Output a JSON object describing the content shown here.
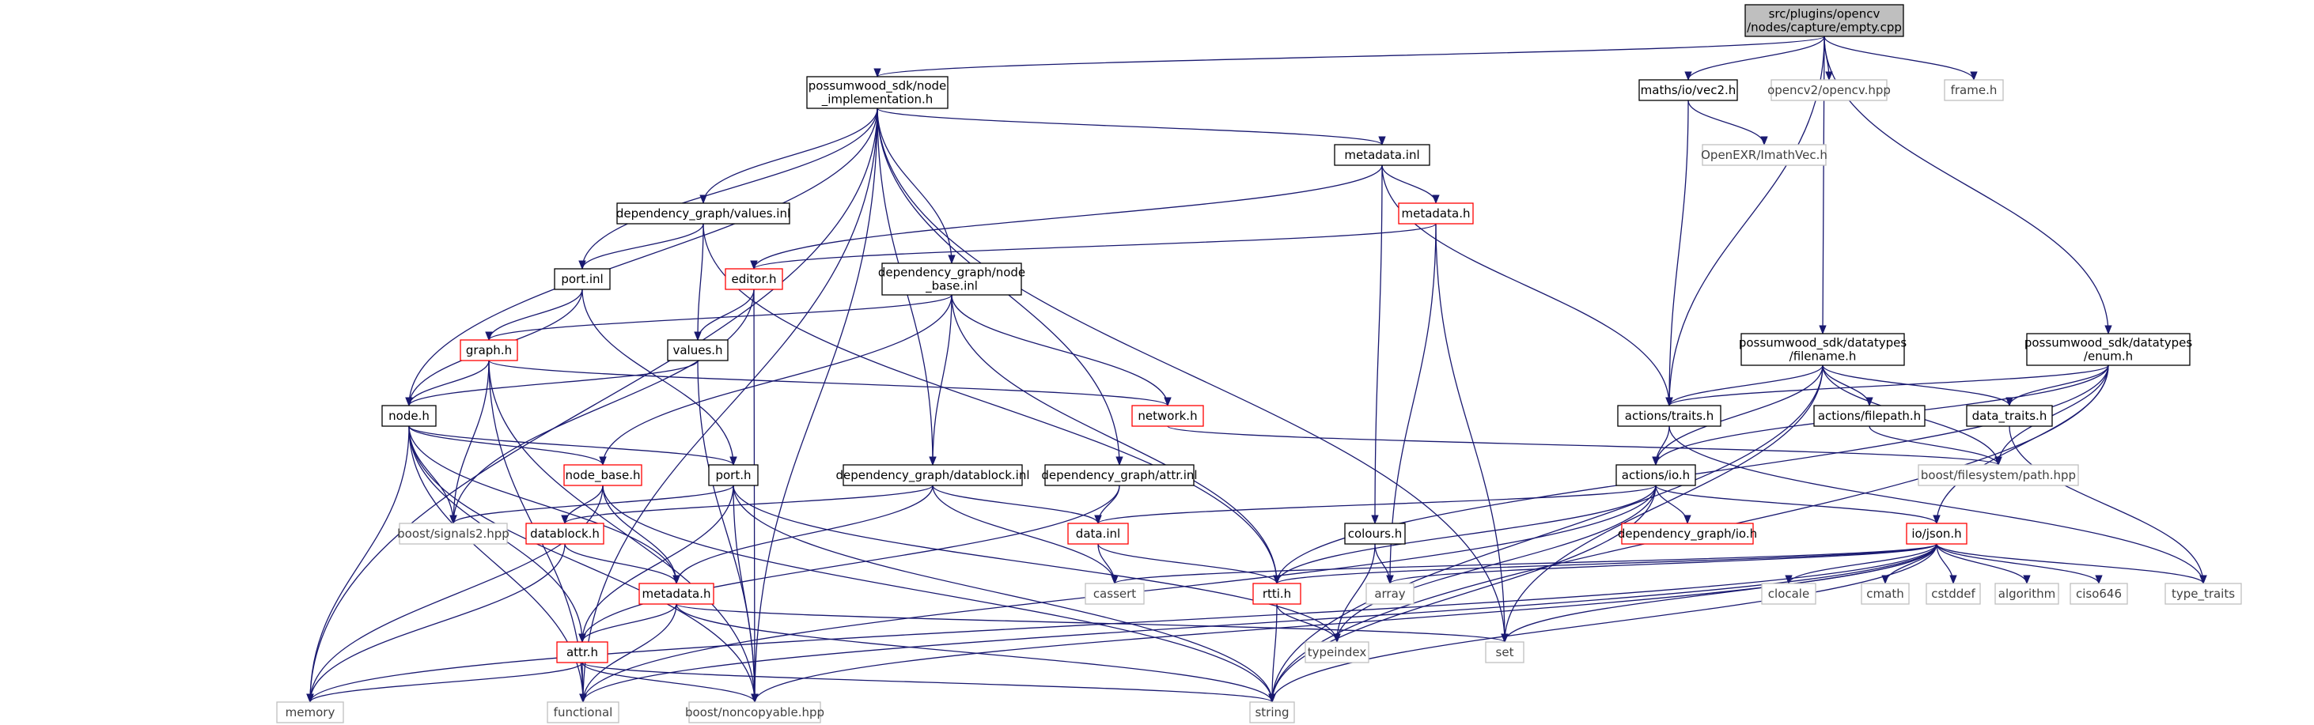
{
  "colors": {
    "edge": "#191970",
    "normal_border": "#000000",
    "normal_text": "#000000",
    "missing_border": "#bfbfbf",
    "missing_text": "#404040",
    "incomplete_border": "#ff0000",
    "root_fill": "#bfbfbf",
    "node_fill": "#ffffff"
  },
  "nodes": [
    {
      "id": "root",
      "lines": [
        "src/plugins/opencv",
        "/nodes/capture/empty.cpp"
      ],
      "kind": "root"
    },
    {
      "id": "nodeimpl",
      "lines": [
        "possumwood_sdk/node",
        "_implementation.h"
      ],
      "kind": "normal"
    },
    {
      "id": "vec2",
      "lines": [
        "maths/io/vec2.h"
      ],
      "kind": "normal"
    },
    {
      "id": "opencv",
      "lines": [
        "opencv2/opencv.hpp"
      ],
      "kind": "missing"
    },
    {
      "id": "frame",
      "lines": [
        "frame.h"
      ],
      "kind": "missing"
    },
    {
      "id": "imathvec",
      "lines": [
        "OpenEXR/ImathVec.h"
      ],
      "kind": "missing"
    },
    {
      "id": "metadatainl",
      "lines": [
        "metadata.inl"
      ],
      "kind": "normal"
    },
    {
      "id": "metadatah1",
      "lines": [
        "metadata.h"
      ],
      "kind": "incomplete"
    },
    {
      "id": "valuesinl",
      "lines": [
        "dependency_graph/values.inl"
      ],
      "kind": "normal"
    },
    {
      "id": "portinl",
      "lines": [
        "port.inl"
      ],
      "kind": "normal"
    },
    {
      "id": "editorh",
      "lines": [
        "editor.h"
      ],
      "kind": "incomplete"
    },
    {
      "id": "nodebaseinl",
      "lines": [
        "dependency_graph/node",
        "_base.inl"
      ],
      "kind": "normal"
    },
    {
      "id": "valuesh",
      "lines": [
        "values.h"
      ],
      "kind": "normal"
    },
    {
      "id": "graphh",
      "lines": [
        "graph.h"
      ],
      "kind": "incomplete"
    },
    {
      "id": "filenameh",
      "lines": [
        "possumwood_sdk/datatypes",
        "/filename.h"
      ],
      "kind": "normal"
    },
    {
      "id": "enumh",
      "lines": [
        "possumwood_sdk/datatypes",
        "/enum.h"
      ],
      "kind": "normal"
    },
    {
      "id": "nodeh",
      "lines": [
        "node.h"
      ],
      "kind": "normal"
    },
    {
      "id": "networkh",
      "lines": [
        "network.h"
      ],
      "kind": "incomplete"
    },
    {
      "id": "traitsh",
      "lines": [
        "actions/traits.h"
      ],
      "kind": "normal"
    },
    {
      "id": "filepathh",
      "lines": [
        "actions/filepath.h"
      ],
      "kind": "normal"
    },
    {
      "id": "datatraitsh",
      "lines": [
        "data_traits.h"
      ],
      "kind": "normal"
    },
    {
      "id": "nodebaseh",
      "lines": [
        "node_base.h"
      ],
      "kind": "incomplete"
    },
    {
      "id": "porth",
      "lines": [
        "port.h"
      ],
      "kind": "normal"
    },
    {
      "id": "datablockinl",
      "lines": [
        "dependency_graph/datablock.inl"
      ],
      "kind": "normal"
    },
    {
      "id": "attrinl",
      "lines": [
        "dependency_graph/attr.inl"
      ],
      "kind": "normal"
    },
    {
      "id": "ioh",
      "lines": [
        "actions/io.h"
      ],
      "kind": "normal"
    },
    {
      "id": "pathhpp",
      "lines": [
        "boost/filesystem/path.hpp"
      ],
      "kind": "missing"
    },
    {
      "id": "signals2",
      "lines": [
        "boost/signals2.hpp"
      ],
      "kind": "missing"
    },
    {
      "id": "datablockh",
      "lines": [
        "datablock.h"
      ],
      "kind": "incomplete"
    },
    {
      "id": "datainl",
      "lines": [
        "data.inl"
      ],
      "kind": "incomplete"
    },
    {
      "id": "coloursh",
      "lines": [
        "colours.h"
      ],
      "kind": "normal"
    },
    {
      "id": "depio",
      "lines": [
        "dependency_graph/io.h"
      ],
      "kind": "incomplete"
    },
    {
      "id": "jsonh",
      "lines": [
        "io/json.h"
      ],
      "kind": "incomplete"
    },
    {
      "id": "metadatah2",
      "lines": [
        "metadata.h"
      ],
      "kind": "incomplete"
    },
    {
      "id": "cassert",
      "lines": [
        "cassert"
      ],
      "kind": "missing"
    },
    {
      "id": "rttih",
      "lines": [
        "rtti.h"
      ],
      "kind": "incomplete"
    },
    {
      "id": "array",
      "lines": [
        "array"
      ],
      "kind": "missing"
    },
    {
      "id": "clocale",
      "lines": [
        "clocale"
      ],
      "kind": "missing"
    },
    {
      "id": "cmath",
      "lines": [
        "cmath"
      ],
      "kind": "missing"
    },
    {
      "id": "cstddef",
      "lines": [
        "cstddef"
      ],
      "kind": "missing"
    },
    {
      "id": "algorithm",
      "lines": [
        "algorithm"
      ],
      "kind": "missing"
    },
    {
      "id": "ciso646",
      "lines": [
        "ciso646"
      ],
      "kind": "missing"
    },
    {
      "id": "typetraits",
      "lines": [
        "type_traits"
      ],
      "kind": "missing"
    },
    {
      "id": "attrh",
      "lines": [
        "attr.h"
      ],
      "kind": "incomplete"
    },
    {
      "id": "set",
      "lines": [
        "set"
      ],
      "kind": "missing"
    },
    {
      "id": "typeindex",
      "lines": [
        "typeindex"
      ],
      "kind": "missing"
    },
    {
      "id": "memory",
      "lines": [
        "memory"
      ],
      "kind": "missing"
    },
    {
      "id": "functional",
      "lines": [
        "functional"
      ],
      "kind": "missing"
    },
    {
      "id": "noncopyable",
      "lines": [
        "boost/noncopyable.hpp"
      ],
      "kind": "missing"
    },
    {
      "id": "string",
      "lines": [
        "string"
      ],
      "kind": "missing"
    }
  ],
  "edges": [
    [
      "root",
      "nodeimpl"
    ],
    [
      "root",
      "vec2"
    ],
    [
      "root",
      "opencv"
    ],
    [
      "root",
      "frame"
    ],
    [
      "root",
      "traitsh"
    ],
    [
      "root",
      "filenameh"
    ],
    [
      "root",
      "enumh"
    ],
    [
      "vec2",
      "imathvec"
    ],
    [
      "vec2",
      "traitsh"
    ],
    [
      "nodeimpl",
      "metadatainl"
    ],
    [
      "nodeimpl",
      "valuesinl"
    ],
    [
      "nodeimpl",
      "portinl"
    ],
    [
      "nodeimpl",
      "nodebaseinl"
    ],
    [
      "nodeimpl",
      "nodeh"
    ],
    [
      "nodeimpl",
      "datablockinl"
    ],
    [
      "nodeimpl",
      "attrinl"
    ],
    [
      "nodeimpl",
      "memory"
    ],
    [
      "nodeimpl",
      "functional"
    ],
    [
      "nodeimpl",
      "noncopyable"
    ],
    [
      "nodeimpl",
      "set"
    ],
    [
      "metadatainl",
      "metadatah1"
    ],
    [
      "metadatainl",
      "editorh"
    ],
    [
      "metadatainl",
      "coloursh"
    ],
    [
      "metadatainl",
      "traitsh"
    ],
    [
      "metadatah1",
      "editorh"
    ],
    [
      "metadatah1",
      "array"
    ],
    [
      "metadatah1",
      "set"
    ],
    [
      "valuesinl",
      "portinl"
    ],
    [
      "valuesinl",
      "valuesh"
    ],
    [
      "valuesinl",
      "rttih"
    ],
    [
      "portinl",
      "graphh"
    ],
    [
      "portinl",
      "nodeh"
    ],
    [
      "portinl",
      "porth"
    ],
    [
      "editorh",
      "valuesh"
    ],
    [
      "editorh",
      "signals2"
    ],
    [
      "editorh",
      "noncopyable"
    ],
    [
      "nodebaseinl",
      "graphh"
    ],
    [
      "nodebaseinl",
      "networkh"
    ],
    [
      "nodebaseinl",
      "nodebaseh"
    ],
    [
      "nodebaseinl",
      "datablockinl"
    ],
    [
      "nodebaseinl",
      "rttih"
    ],
    [
      "valuesh",
      "nodeh"
    ],
    [
      "valuesh",
      "noncopyable"
    ],
    [
      "graphh",
      "nodeh"
    ],
    [
      "graphh",
      "networkh"
    ],
    [
      "graphh",
      "signals2"
    ],
    [
      "graphh",
      "functional"
    ],
    [
      "graphh",
      "noncopyable"
    ],
    [
      "networkh",
      "pathhpp"
    ],
    [
      "filenameh",
      "traitsh"
    ],
    [
      "filenameh",
      "ioh"
    ],
    [
      "filenameh",
      "filepathh"
    ],
    [
      "filenameh",
      "datatraitsh"
    ],
    [
      "filenameh",
      "pathhpp"
    ],
    [
      "filenameh",
      "set"
    ],
    [
      "filenameh",
      "string"
    ],
    [
      "enumh",
      "traitsh"
    ],
    [
      "enumh",
      "datatraitsh"
    ],
    [
      "enumh",
      "ioh"
    ],
    [
      "enumh",
      "pathhpp"
    ],
    [
      "enumh",
      "jsonh"
    ],
    [
      "enumh",
      "string"
    ],
    [
      "enumh",
      "rttih"
    ],
    [
      "traitsh",
      "ioh"
    ],
    [
      "traitsh",
      "typetraits"
    ],
    [
      "filepathh",
      "pathhpp"
    ],
    [
      "datatraitsh",
      "typetraits"
    ],
    [
      "nodeh",
      "nodebaseh"
    ],
    [
      "nodeh",
      "porth"
    ],
    [
      "nodeh",
      "signals2"
    ],
    [
      "nodeh",
      "metadatah2"
    ],
    [
      "nodeh",
      "attrh"
    ],
    [
      "nodeh",
      "memory"
    ],
    [
      "nodeh",
      "functional"
    ],
    [
      "nodeh",
      "noncopyable"
    ],
    [
      "nodebaseh",
      "datablockh"
    ],
    [
      "nodebaseh",
      "metadatah2"
    ],
    [
      "nodebaseh",
      "memory"
    ],
    [
      "nodebaseh",
      "string"
    ],
    [
      "porth",
      "signals2"
    ],
    [
      "porth",
      "attrh"
    ],
    [
      "porth",
      "noncopyable"
    ],
    [
      "porth",
      "typeindex"
    ],
    [
      "porth",
      "string"
    ],
    [
      "datablockinl",
      "datablockh"
    ],
    [
      "datablockinl",
      "datainl"
    ],
    [
      "datablockinl",
      "metadatah2"
    ],
    [
      "datablockinl",
      "cassert"
    ],
    [
      "attrinl",
      "datainl"
    ],
    [
      "attrinl",
      "attrh"
    ],
    [
      "ioh",
      "datainl"
    ],
    [
      "ioh",
      "depio"
    ],
    [
      "ioh",
      "jsonh"
    ],
    [
      "ioh",
      "rttih"
    ],
    [
      "ioh",
      "typeindex"
    ],
    [
      "ioh",
      "functional"
    ],
    [
      "ioh",
      "string"
    ],
    [
      "datablockh",
      "metadatah2"
    ],
    [
      "datablockh",
      "memory"
    ],
    [
      "datainl",
      "cassert"
    ],
    [
      "datainl",
      "rttih"
    ],
    [
      "coloursh",
      "array"
    ],
    [
      "coloursh",
      "typeindex"
    ],
    [
      "jsonh",
      "cassert"
    ],
    [
      "jsonh",
      "clocale"
    ],
    [
      "jsonh",
      "cmath"
    ],
    [
      "jsonh",
      "cstddef"
    ],
    [
      "jsonh",
      "algorithm"
    ],
    [
      "jsonh",
      "ciso646"
    ],
    [
      "jsonh",
      "typetraits"
    ],
    [
      "jsonh",
      "array"
    ],
    [
      "jsonh",
      "set"
    ],
    [
      "jsonh",
      "string"
    ],
    [
      "jsonh",
      "functional"
    ],
    [
      "jsonh",
      "memory"
    ],
    [
      "jsonh",
      "noncopyable"
    ],
    [
      "jsonh",
      "rttih"
    ],
    [
      "metadatah2",
      "attrh"
    ],
    [
      "metadatah2",
      "set"
    ],
    [
      "metadatah2",
      "functional"
    ],
    [
      "metadatah2",
      "string"
    ],
    [
      "rttih",
      "typeindex"
    ],
    [
      "rttih",
      "string"
    ],
    [
      "attrh",
      "memory"
    ],
    [
      "attrh",
      "functional"
    ],
    [
      "attrh",
      "noncopyable"
    ],
    [
      "attrh",
      "string"
    ]
  ]
}
